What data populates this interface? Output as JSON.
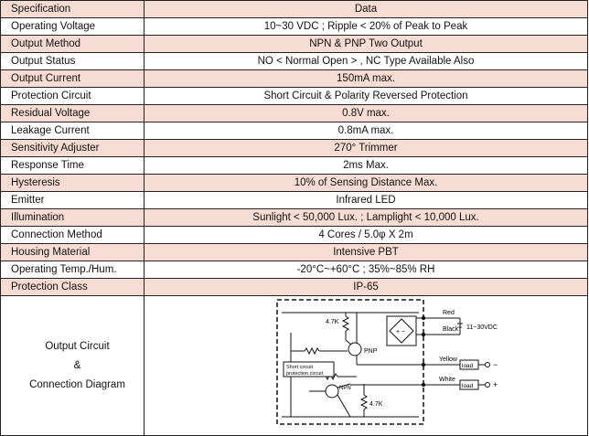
{
  "header": {
    "col1": "Specification",
    "col2": "Data"
  },
  "rows": [
    {
      "name": "Operating Voltage",
      "value": "10~30 VDC ; Ripple < 20% of Peak to Peak"
    },
    {
      "name": "Output Method",
      "value": "NPN & PNP Two Output"
    },
    {
      "name": "Output Status",
      "value": "NO < Normal Open > , NC Type Available Also"
    },
    {
      "name": "Output Current",
      "value": "150mA max."
    },
    {
      "name": "Protection Circuit",
      "value": "Short Circuit & Polarity Reversed Protection"
    },
    {
      "name": "Residual Voltage",
      "value": "0.8V max."
    },
    {
      "name": "Leakage Current",
      "value": "0.8mA max."
    },
    {
      "name": "Sensitivity Adjuster",
      "value": "270°   Trimmer"
    },
    {
      "name": "Response Time",
      "value": "2ms Max."
    },
    {
      "name": "Hysteresis",
      "value": "10% of Sensing Distance Max."
    },
    {
      "name": "Emitter",
      "value": "Infrared LED"
    },
    {
      "name": "Illumination",
      "value": "Sunlight < 50,000 Lux. ; Lamplight < 10,000 Lux."
    },
    {
      "name": "Connection Method",
      "value": "4 Cores / 5.0φ X 2m"
    },
    {
      "name": "Housing Material",
      "value": "Intensive PBT"
    },
    {
      "name": "Operating Temp./Hum.",
      "value": "-20°C~+60°C ; 35%~85% RH"
    },
    {
      "name": "Protection Class",
      "value": "IP-65"
    }
  ],
  "diagram": {
    "label_line1": "Output Circuit",
    "label_line2": "&",
    "label_line3": "Connection Diagram",
    "r1": "4.7K",
    "r2": "4.7K",
    "pnp": "PNP",
    "npn": "NPN",
    "short_box_line1": "Short circuit",
    "short_box_line2": "protection circuit",
    "wire_red": "Red",
    "wire_black": "Black",
    "wire_yellow": "Yellow",
    "wire_white": "White",
    "supply": "11~30VDC",
    "load1": "load",
    "load2": "load",
    "minus": "−",
    "plus": "+"
  }
}
